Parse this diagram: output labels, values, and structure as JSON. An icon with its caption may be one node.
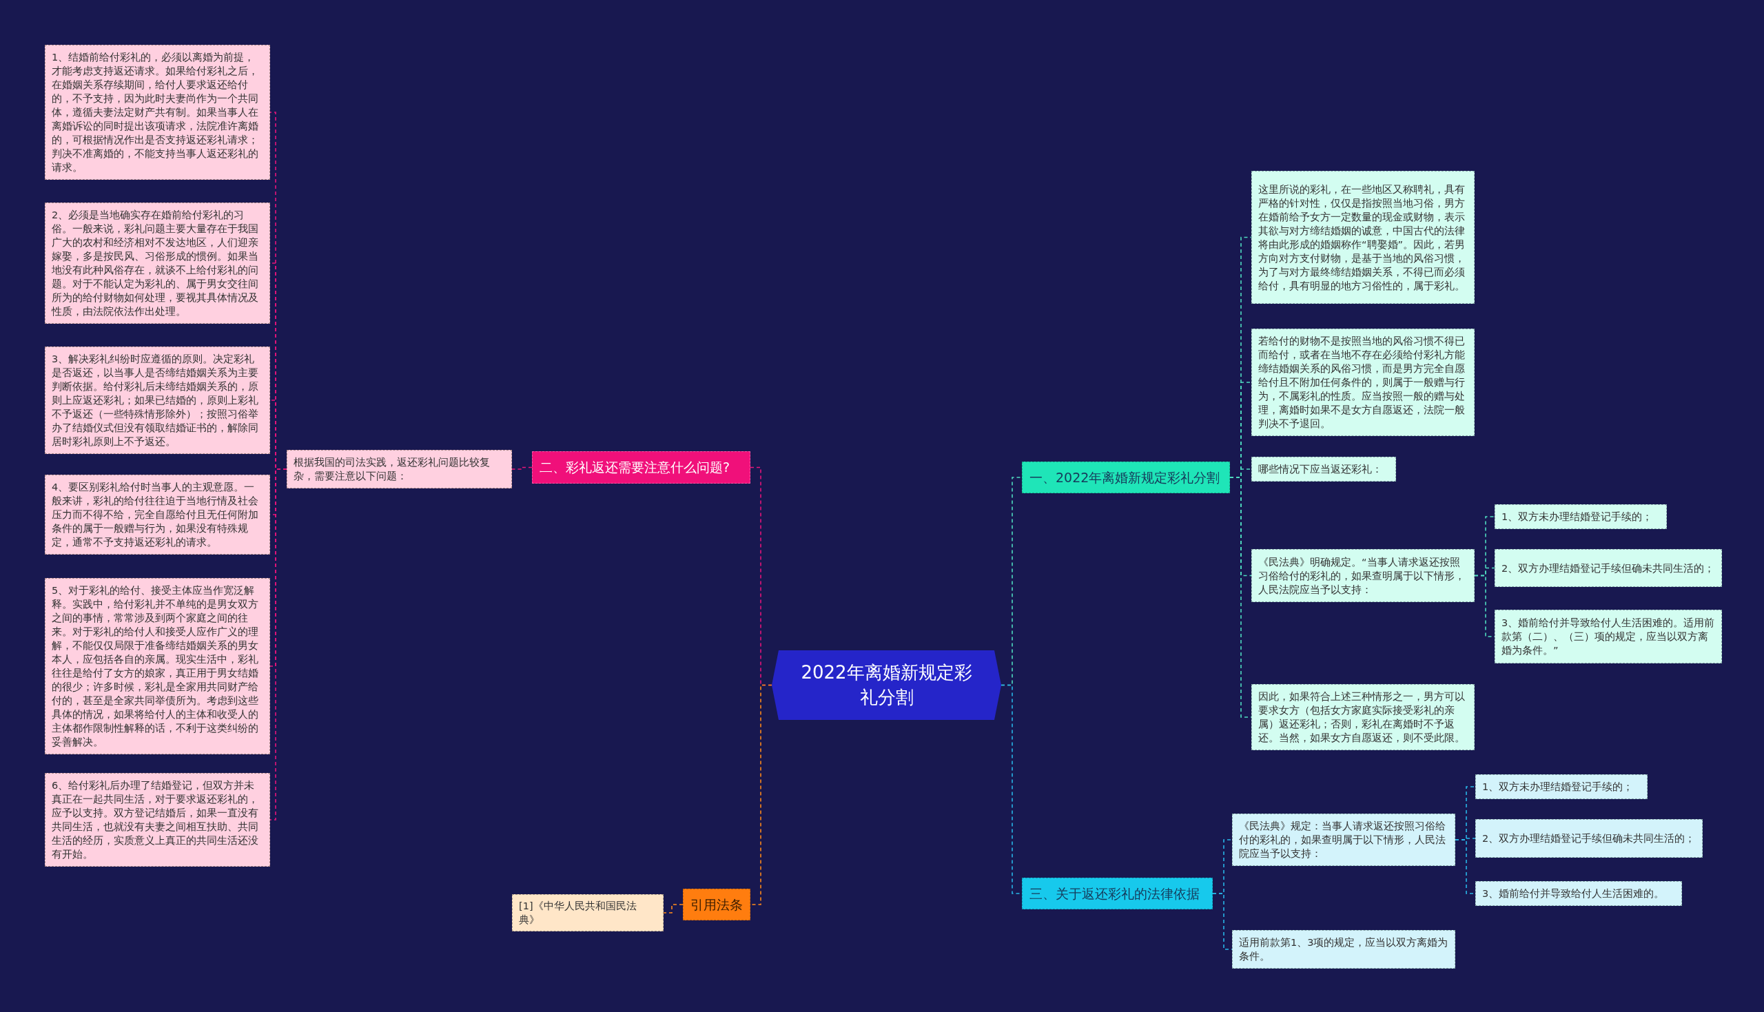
{
  "diagram": {
    "nodes": [
      {
        "text": [
          "2022年离婚新规定彩礼分割"
        ]
      },
      {
        "text": [
          "一、2022年离婚新规定彩礼分割"
        ]
      },
      {
        "text": [
          "这里所说的彩礼，在一些地区又称聘礼，具有严格的针对性，仅仅是指按照当地习俗，男方在婚前给予女方一定数量的现金或财物，表示其欲与对方缔结婚姻的诚意，中国古代的法律将由此形成的婚姻称作“聘娶婚”。因此，若男方向对方支付财物，是基于当地的风俗习惯，为了与对方最终缔结婚姻关系，不得已而必须给付，具有明显的地方习俗性的，属于彩礼。"
        ]
      },
      {
        "text": [
          "若给付的财物不是按照当地的风俗习惯不得已而给付，或者在当地不存在必须给付彩礼方能缔结婚姻关系的风俗习惯，而是男方完全自愿给付且不附加任何条件的，则属于一般赠与行为，不属彩礼的性质。应当按照一般的赠与处理，离婚时如果不是女方自愿返还，法院一般判决不予退回。"
        ]
      },
      {
        "text": [
          "哪些情况下应当返还彩礼："
        ]
      },
      {
        "text": [
          "《民法典》明确规定。“当事人请求返还按照习俗给付的彩礼的，如果查明属于以下情形，人民法院应当予以支持："
        ]
      },
      {
        "text": [
          "1、双方未办理结婚登记手续的；"
        ]
      },
      {
        "text": [
          "2、双方办理结婚登记手续但确未共同生活的；"
        ]
      },
      {
        "text": [
          "3、婚前给付并导致给付人生活困难的。适用前款第（二）、（三）项的规定，应当以双方离婚为条件。”"
        ]
      },
      {
        "text": [
          "因此，如果符合上述三种情形之一，男方可以要求女方（包括女方家庭实际接受彩礼的亲属）返还彩礼；否则，彩礼在离婚时不予返还。当然，如果女方自愿返还，则不受此限。"
        ]
      },
      {
        "text": [
          "三、关于返还彩礼的法律依据"
        ]
      },
      {
        "text": [
          "《民法典》规定：当事人请求返还按照习俗给付的彩礼的，如果查明属于以下情形，人民法院应当予以支持："
        ]
      },
      {
        "text": [
          "1、双方未办理结婚登记手续的；"
        ]
      },
      {
        "text": [
          "2、双方办理结婚登记手续但确未共同生活的；"
        ]
      },
      {
        "text": [
          "3、婚前给付并导致给付人生活困难的。"
        ]
      },
      {
        "text": [
          "适用前款第1、3项的规定，应当以双方离婚为条件。"
        ]
      },
      {
        "text": [
          "二、彩礼返还需要注意什么问题?"
        ]
      },
      {
        "text": [
          "根据我国的司法实践，返还彩礼问题比较复杂，需要注意以下问题："
        ]
      },
      {
        "text": [
          "1、结婚前给付彩礼的，必须以离婚为前提，才能考虑支持返还请求。如果给付彩礼之后，在婚姻关系存续期间，给付人要求返还给付的，不予支持，因为此时夫妻尚作为一个共同体，遵循夫妻法定财产共有制。如果当事人在离婚诉讼的同时提出该项请求，法院准许离婚的，可根据情况作出是否支持返还彩礼请求；判决不准离婚的，不能支持当事人返还彩礼的请求。"
        ]
      },
      {
        "text": [
          "2、必须是当地确实存在婚前给付彩礼的习俗。一般来说，彩礼问题主要大量存在于我国广大的农村和经济相对不发达地区，人们迎亲嫁娶，多是按民风、习俗形成的惯例。如果当地没有此种风俗存在，就谈不上给付彩礼的问题。对于不能认定为彩礼的、属于男女交往间所为的给付财物如何处理，要视其具体情况及性质，由法院依法作出处理。"
        ]
      },
      {
        "text": [
          "3、解决彩礼纠纷时应遵循的原则。决定彩礼是否返还，以当事人是否缔结婚姻关系为主要判断依据。给付彩礼后未缔结婚姻关系的，原则上应返还彩礼；如果已结婚的，原则上彩礼不予返还（一些特殊情形除外）；按照习俗举办了结婚仪式但没有领取结婚证书的，解除同居时彩礼原则上不予返还。"
        ]
      },
      {
        "text": [
          "4、要区别彩礼给付时当事人的主观意愿。一般来讲，彩礼的给付往往迫于当地行情及社会压力而不得不给，完全自愿给付且无任何附加条件的属于一般赠与行为，如果没有特殊规定，通常不予支持返还彩礼的请求。"
        ]
      },
      {
        "text": [
          "5、对于彩礼的给付、接受主体应当作宽泛解释。实践中，给付彩礼并不单纯的是男女双方之间的事情，常常涉及到两个家庭之间的往来。对于彩礼的给付人和接受人应作广义的理解，不能仅仅局限于准备缔结婚姻关系的男女本人，应包括各自的亲属。现实生活中，彩礼往往是给付了女方的娘家，真正用于男女结婚的很少；许多时候，彩礼是全家用共同财产给付的，甚至是全家共同举债所为。考虑到这些具体的情况，如果将给付人的主体和收受人的主体都作限制性解释的话，不利于这类纠纷的妥善解决。"
        ]
      },
      {
        "text": [
          "6、给付彩礼后办理了结婚登记，但双方并未真正在一起共同生活，对于要求返还彩礼的，应予以支持。双方登记结婚后，如果一直没有共同生活，也就没有夫妻之间相互扶助、共同生活的经历，实质意义上真正的共同生活还没有开始。"
        ]
      },
      {
        "text": [
          "引用法条"
        ]
      },
      {
        "text": [
          "[1]《中华人民共和国民法典》"
        ]
      }
    ],
    "edges": [
      {
        "from": 0,
        "to": 1,
        "arrow": "none",
        "style": "dashed"
      },
      {
        "from": 1,
        "to": 2,
        "arrow": "none",
        "style": "dashed"
      },
      {
        "from": 1,
        "to": 3,
        "arrow": "none",
        "style": "dashed"
      },
      {
        "from": 1,
        "to": 4,
        "arrow": "none",
        "style": "dashed"
      },
      {
        "from": 1,
        "to": 5,
        "arrow": "none",
        "style": "dashed"
      },
      {
        "from": 5,
        "to": 6,
        "arrow": "none",
        "style": "dashed"
      },
      {
        "from": 5,
        "to": 7,
        "arrow": "none",
        "style": "dashed"
      },
      {
        "from": 5,
        "to": 8,
        "arrow": "none",
        "style": "dashed"
      },
      {
        "from": 1,
        "to": 9,
        "arrow": "none",
        "style": "dashed"
      },
      {
        "from": 0,
        "to": 10,
        "arrow": "none",
        "style": "dashed",
        "color": "#29b6e8"
      },
      {
        "from": 10,
        "to": 11,
        "arrow": "none",
        "style": "dashed",
        "color": "#29b6e8"
      },
      {
        "from": 11,
        "to": 12,
        "arrow": "none",
        "style": "dashed",
        "color": "#29b6e8"
      },
      {
        "from": 11,
        "to": 13,
        "arrow": "none",
        "style": "dashed",
        "color": "#29b6e8"
      },
      {
        "from": 11,
        "to": 14,
        "arrow": "none",
        "style": "dashed",
        "color": "#29b6e8"
      },
      {
        "from": 10,
        "to": 15,
        "arrow": "none",
        "style": "dashed",
        "color": "#29b6e8"
      },
      {
        "from": 0,
        "to": 16,
        "arrow": "none",
        "style": "dashed",
        "color": "#e8157a"
      },
      {
        "from": 16,
        "to": 17,
        "arrow": "none",
        "style": "dashed",
        "color": "#e8157a"
      },
      {
        "from": 17,
        "to": 18,
        "arrow": "none",
        "style": "dashed",
        "color": "#e8157a"
      },
      {
        "from": 17,
        "to": 19,
        "arrow": "none",
        "style": "dashed",
        "color": "#e8157a"
      },
      {
        "from": 17,
        "to": 20,
        "arrow": "none",
        "style": "dashed",
        "color": "#e8157a"
      },
      {
        "from": 17,
        "to": 21,
        "arrow": "none",
        "style": "dashed",
        "color": "#e8157a"
      },
      {
        "from": 17,
        "to": 22,
        "arrow": "none",
        "style": "dashed",
        "color": "#e8157a"
      },
      {
        "from": 17,
        "to": 23,
        "arrow": "none",
        "style": "dashed",
        "color": "#e8157a"
      },
      {
        "from": 0,
        "to": 24,
        "arrow": "none",
        "style": "dashed",
        "color": "#ff8a1a"
      },
      {
        "from": 24,
        "to": 25,
        "arrow": "none",
        "style": "dashed",
        "color": "#ff8a1a"
      }
    ]
  }
}
